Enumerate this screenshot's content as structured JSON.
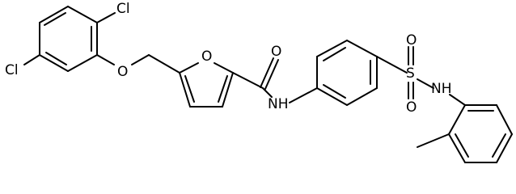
{
  "labels": {
    "cl_top": "Cl",
    "cl_left": "Cl",
    "o_ether": "O",
    "o_furan": "O",
    "o_carbonyl": "O",
    "nh_amide": "NH",
    "s_sulfonyl": "S",
    "o_sulfonyl_top": "O",
    "o_sulfonyl_bottom": "O",
    "nh_sulfonamide": "NH"
  },
  "colors": {
    "bond": "#000000",
    "label": "#000000",
    "background": "#ffffff"
  }
}
